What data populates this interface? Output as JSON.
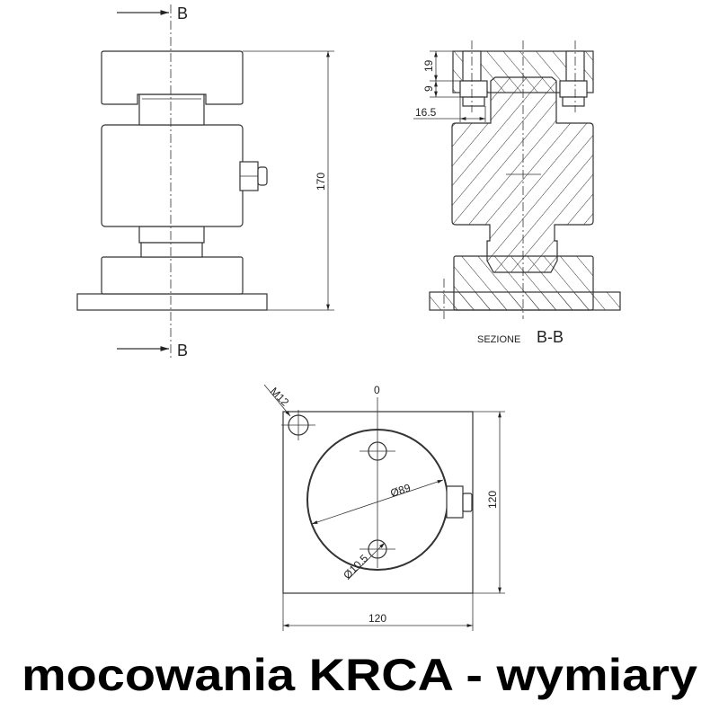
{
  "title": "mocowania KRCA - wymiary",
  "front_view": {
    "section_marker_top": "B",
    "section_marker_bottom": "B",
    "height_dim": "170"
  },
  "section_view": {
    "caption_small": "SEZIONE",
    "caption_large": "B-B",
    "dim_top": "19",
    "dim_counterbore": "9",
    "dim_offset": "16.5"
  },
  "bottom_view": {
    "thread_label": "M12",
    "origin_label": "0",
    "diameter_body": "Ø89",
    "diameter_hole": "Ø10.5",
    "width_dim": "120",
    "height_dim": "120"
  },
  "colors": {
    "line": "#333333",
    "text": "#000000",
    "background": "#ffffff"
  }
}
